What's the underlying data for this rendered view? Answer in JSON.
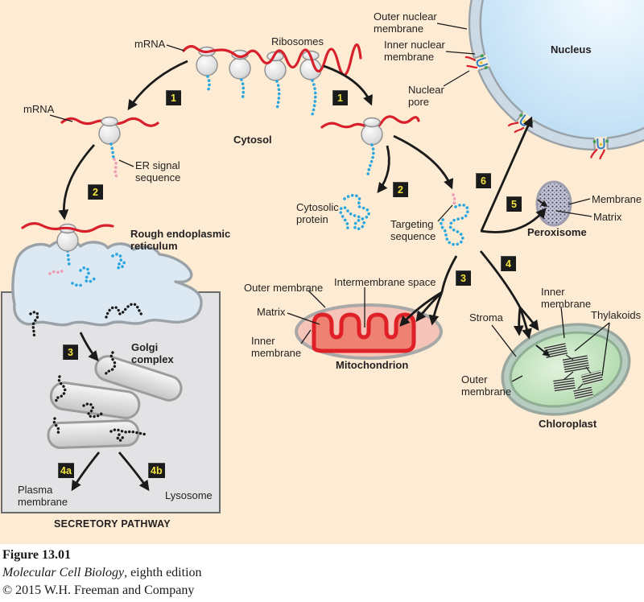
{
  "figure": {
    "number": "Figure 13.01",
    "book_title": "Molecular Cell Biology",
    "edition_suffix": ", eighth edition",
    "copyright": "© 2015 W.H. Freeman and Company"
  },
  "steps": {
    "1": "1",
    "2": "2",
    "3": "3",
    "4": "4",
    "5": "5",
    "6": "6",
    "4a": "4a",
    "4b": "4b"
  },
  "labels": {
    "mrna_top": "mRNA",
    "ribosomes": "Ribosomes",
    "cytosol": "Cytosol",
    "mrna_left": "mRNA",
    "er_signal": "ER signal\nsequence",
    "rough_er": "Rough endoplasmic\nreticulum",
    "golgi": "Golgi\ncomplex",
    "plasma_membrane": "Plasma\nmembrane",
    "lysosome": "Lysosome",
    "secretory_pathway": "SECRETORY PATHWAY",
    "outer_nuclear_membrane": "Outer nuclear\nmembrane",
    "inner_nuclear_membrane": "Inner nuclear\nmembrane",
    "nuclear_pore": "Nuclear\npore",
    "nucleus": "Nucleus",
    "peroxisome_membrane": "Membrane",
    "peroxisome_matrix": "Matrix",
    "peroxisome": "Peroxisome",
    "cytosolic_protein": "Cytosolic\nprotein",
    "targeting_sequence": "Targeting\nsequence",
    "mito_outer_membrane": "Outer membrane",
    "mito_intermembrane": "Intermembrane space",
    "mito_matrix": "Matrix",
    "mito_inner_membrane": "Inner\nmembrane",
    "mitochondrion": "Mitochondrion",
    "chloro_inner_membrane": "Inner\nmembrane",
    "thylakoids": "Thylakoids",
    "stroma": "Stroma",
    "chloro_outer_membrane": "Outer\nmembrane",
    "chloroplast": "Chloroplast"
  },
  "colors": {
    "panel_bg": "#fdecd3",
    "mrna_red": "#d8202c",
    "nascent_chain_blue": "#2aa7e0",
    "signal_pink": "#ef9db6",
    "badge_bg": "#1b1b1b",
    "badge_text": "#f2e23c",
    "nucleus_blue": "#bcdcf4",
    "er_blue": "#dce9f2",
    "mito_matrix_salmon": "#ef8173",
    "mito_membrane_red": "#df2127",
    "chloroplast_green": "#bfe0ba",
    "peroxisome_gray": "#c6c6d8",
    "box_gray": "#e3e3e5"
  }
}
